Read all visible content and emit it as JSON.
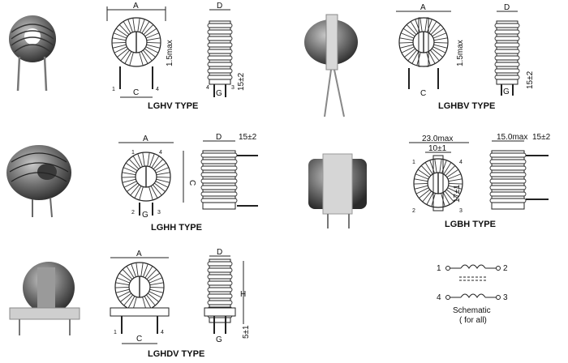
{
  "types": {
    "lghv": "LGHV TYPE",
    "lghbv": "LGHBV TYPE",
    "lghh": "LGHH TYPE",
    "lgbh": "LGBH TYPE",
    "lghdv": "LGHDV TYPE"
  },
  "dims": {
    "A": "A",
    "C": "C",
    "D": "D",
    "G": "G",
    "H": "H",
    "max_1_5": "1.5max",
    "pm_15": "15±2",
    "pm_5": "5±1",
    "w_23": "23.0max",
    "pm_10": "10±1",
    "pm_17": "17±1",
    "w_15": "15.0max"
  },
  "pins": {
    "p1": "1",
    "p2": "2",
    "p3": "3",
    "p4": "4"
  },
  "schematic": {
    "pin1": "1",
    "pin2": "2",
    "pin3": "3",
    "pin4": "4",
    "label": "Schematic",
    "sublabel": "( for all)"
  }
}
